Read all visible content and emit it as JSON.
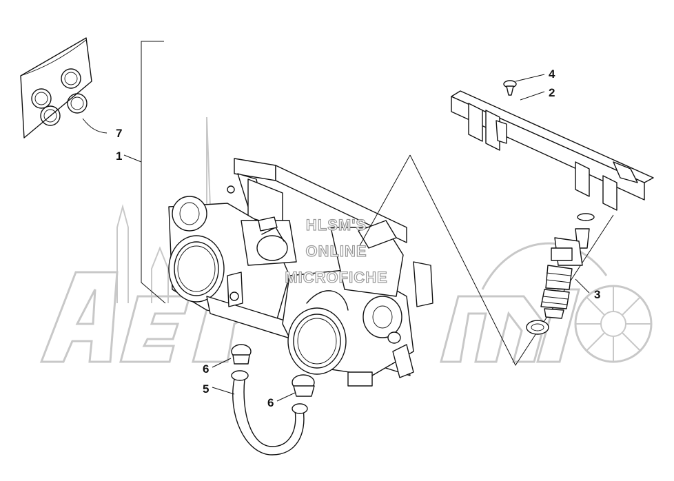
{
  "watermark": {
    "line1": "HLSM'S",
    "line2": "ONLINE",
    "line3": "MICROFICHE"
  },
  "callouts": [
    {
      "id": "7",
      "label": "7"
    },
    {
      "id": "1",
      "label": "1"
    },
    {
      "id": "4",
      "label": "4"
    },
    {
      "id": "2",
      "label": "2"
    },
    {
      "id": "3",
      "label": "3"
    },
    {
      "id": "6a",
      "label": "6"
    },
    {
      "id": "5",
      "label": "5"
    },
    {
      "id": "6b",
      "label": "6"
    }
  ]
}
